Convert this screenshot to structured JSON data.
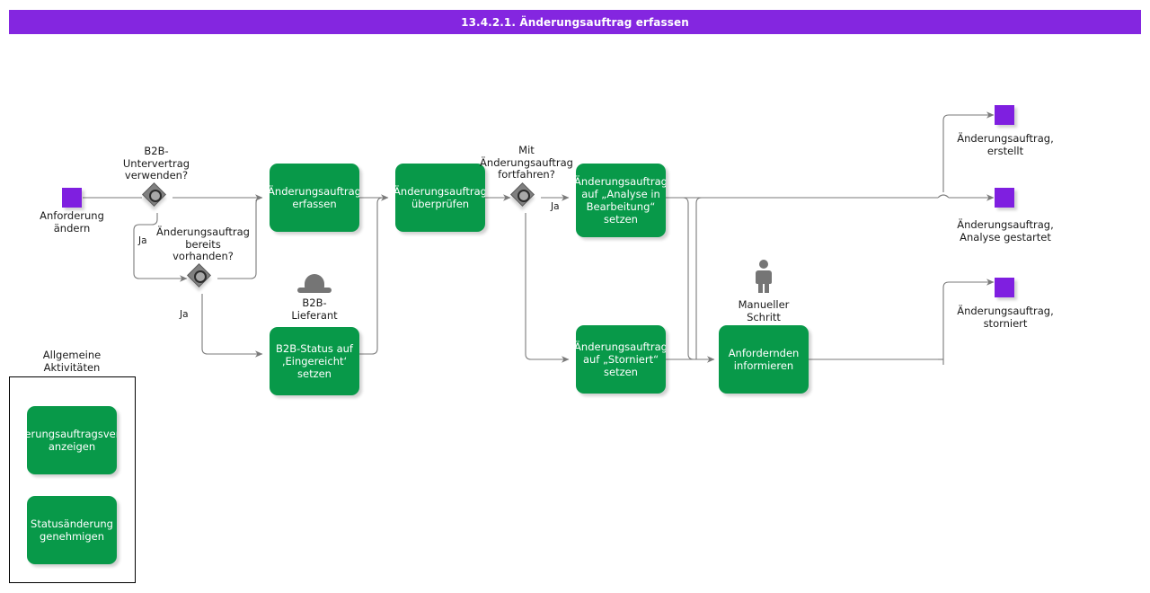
{
  "title": "13.4.2.1. Änderungsauftrag erfassen",
  "colors": {
    "header_purple": "#8426e0",
    "event_purple": "#7f1fe0",
    "task_green": "#089949",
    "line_gray": "#7a7a7a",
    "icon_gray": "#757575",
    "text_black": "#1a1a1a"
  },
  "events": {
    "start": {
      "label": "Anforderung\nändern"
    },
    "end_erstellt": {
      "label": "Änderungsauftrag,\nerstellt"
    },
    "end_analyse": {
      "label": "Änderungsauftrag,\nAnalyse gestartet"
    },
    "end_storniert": {
      "label": "Änderungsauftrag,\nstorniert"
    }
  },
  "gateways": [
    {
      "id": "gw-b2b-untervertrag",
      "label": "B2B-\nUntervertrag\nverwenden?"
    },
    {
      "id": "gw-auftrag-vorhanden",
      "label": "Änderungsauftrag\nbereits\nvorhanden?"
    },
    {
      "id": "gw-fortfahren",
      "label": "Mit\nÄnderungsauftrag\nfortfahren?"
    }
  ],
  "flow_labels": {
    "ja_untervertrag": "Ja",
    "ja_vorhanden": "Ja",
    "ja_fortfahren": "Ja"
  },
  "tasks": [
    {
      "id": "task-erfassen",
      "label": "Änderungsauftrag\nerfassen"
    },
    {
      "id": "task-ueberpruefen",
      "label": "Änderungsauftrag\nüberprüfen"
    },
    {
      "id": "task-b2b-status",
      "label": "B2B-Status auf\n‚Eingereicht‘\nsetzen"
    },
    {
      "id": "task-analyse",
      "label": "Änderungsauftrag\nauf „Analyse in\nBearbeitung“\nsetzen"
    },
    {
      "id": "task-storniert",
      "label": "Änderungsauftrag\nauf „Storniert“\nsetzen"
    },
    {
      "id": "task-informieren",
      "label": "Anfordernden\ninformieren"
    }
  ],
  "annotations": {
    "b2b_lieferant": "B2B-\nLieferant",
    "manueller_schritt": "Manueller\nSchritt"
  },
  "group": {
    "title": "Allgemeine\nAktivitäten",
    "tasks": [
      {
        "id": "task-verlauf-anzeigen",
        "label": "Änderungsauftragsverlauf\nanzeigen"
      },
      {
        "id": "task-statusaenderung",
        "label": "Statusänderung\ngenehmigen"
      }
    ]
  },
  "icons": {
    "lieferant": "supplier-dome-icon",
    "manual": "person-icon"
  }
}
